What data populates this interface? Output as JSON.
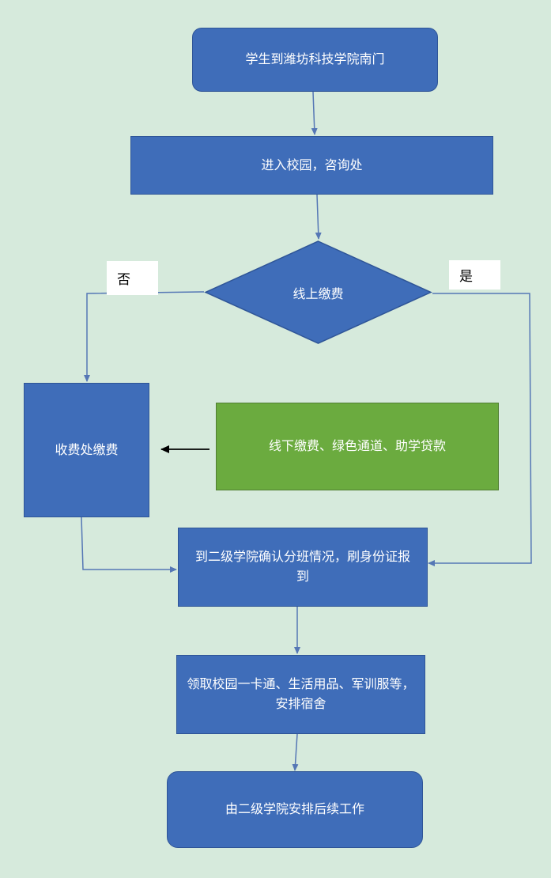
{
  "flowchart": {
    "start": "学生到潍坊科技学院南门",
    "enter_campus": "进入校园，咨询处",
    "decision": "线上缴费",
    "branch_no": "否",
    "branch_yes": "是",
    "pay_office": "收费处缴费",
    "offline_options": "线下缴费、绿色通道、助学贷款",
    "college_checkin": "到二级学院确认分班情况，刷身份证报到",
    "collect_items": "领取校园一卡通、生活用品、军训服等，安排宿舍",
    "follow_up": "由二级学院安排后续工作"
  },
  "colors": {
    "background": "#d6eadc",
    "node_blue": "#3f6db9",
    "node_green": "#6bab3f",
    "connector": "#5577b5",
    "arrow_black": "#000000"
  }
}
